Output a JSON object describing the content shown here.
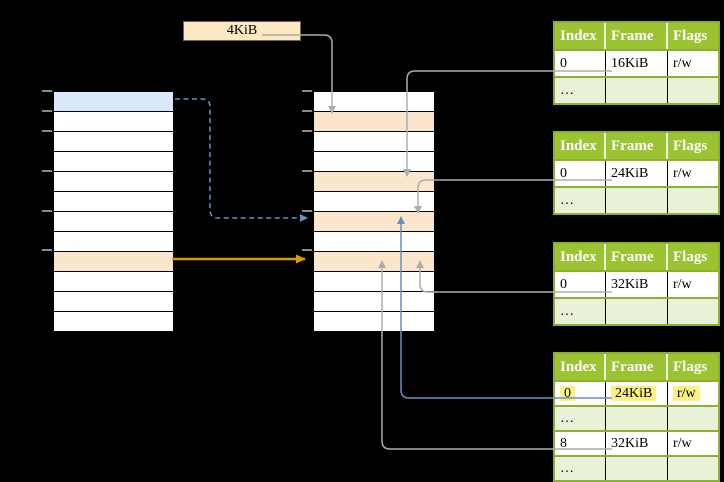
{
  "diagram": {
    "page_size_label": "4KiB",
    "left_column": {
      "rows": [
        "blue",
        "white",
        "white",
        "white",
        "white",
        "white",
        "white",
        "white",
        "peach",
        "white",
        "white",
        "white"
      ]
    },
    "middle_column": {
      "rows": [
        "white",
        "peach",
        "white",
        "white",
        "peach",
        "white",
        "peach",
        "white",
        "peach",
        "white",
        "white",
        "white"
      ]
    },
    "page_tables": [
      {
        "headers": [
          "Index",
          "Frame",
          "Flags"
        ],
        "rows": [
          {
            "index": "0",
            "frame": "16KiB",
            "flags": "r/w",
            "variant": "data",
            "highlight": false
          },
          {
            "index": "…",
            "frame": "",
            "flags": "",
            "variant": "dots",
            "highlight": false
          }
        ]
      },
      {
        "headers": [
          "Index",
          "Frame",
          "Flags"
        ],
        "rows": [
          {
            "index": "0",
            "frame": "24KiB",
            "flags": "r/w",
            "variant": "data",
            "highlight": false
          },
          {
            "index": "…",
            "frame": "",
            "flags": "",
            "variant": "dots",
            "highlight": false
          }
        ]
      },
      {
        "headers": [
          "Index",
          "Frame",
          "Flags"
        ],
        "rows": [
          {
            "index": "0",
            "frame": "32KiB",
            "flags": "r/w",
            "variant": "data",
            "highlight": false
          },
          {
            "index": "…",
            "frame": "",
            "flags": "",
            "variant": "dots",
            "highlight": false
          }
        ]
      },
      {
        "headers": [
          "Index",
          "Frame",
          "Flags"
        ],
        "rows": [
          {
            "index": "0",
            "frame": "24KiB",
            "flags": "r/w",
            "variant": "data",
            "highlight": true
          },
          {
            "index": "…",
            "frame": "",
            "flags": "",
            "variant": "dots",
            "highlight": false
          },
          {
            "index": "8",
            "frame": "32KiB",
            "flags": "r/w",
            "variant": "data",
            "highlight": false
          },
          {
            "index": "…",
            "frame": "",
            "flags": "",
            "variant": "dots",
            "highlight": false
          }
        ]
      }
    ],
    "colors": {
      "cell_blue": "#DAE8FC",
      "cell_peach": "#FCE5CD",
      "label_cream": "#FCE9C2",
      "table_header_green": "#9CC332",
      "table_border_green": "#8FAF30",
      "table_row_light_green": "#E9F1D8",
      "highlight_yellow": "#FBF082",
      "arrow_gray": "#ADADAD",
      "arrow_blue": "#6C8EBF",
      "arrow_orange": "#D79B00"
    }
  }
}
